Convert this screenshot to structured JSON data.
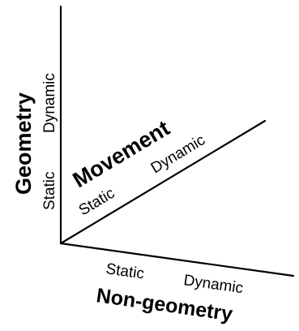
{
  "diagram": {
    "axes": {
      "geometry": {
        "title": "Geometry",
        "low_label": "Static",
        "high_label": "Dynamic"
      },
      "movement": {
        "title": "Movement",
        "low_label": "Static",
        "high_label": "Dynamic"
      },
      "non_geometry": {
        "title": "Non-geometry",
        "low_label": "Static",
        "high_label": "Dynamic"
      }
    },
    "colors": {
      "ink": "#000000",
      "background": "#ffffff"
    }
  }
}
